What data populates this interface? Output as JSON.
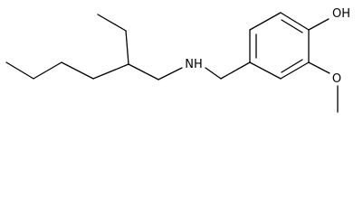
{
  "molecule": {
    "atom_labels": {
      "nh": "NH",
      "oh": "OH",
      "o": "O"
    },
    "colors": {
      "bond": "#000000",
      "label": "#000000",
      "background": "#ffffff"
    }
  }
}
